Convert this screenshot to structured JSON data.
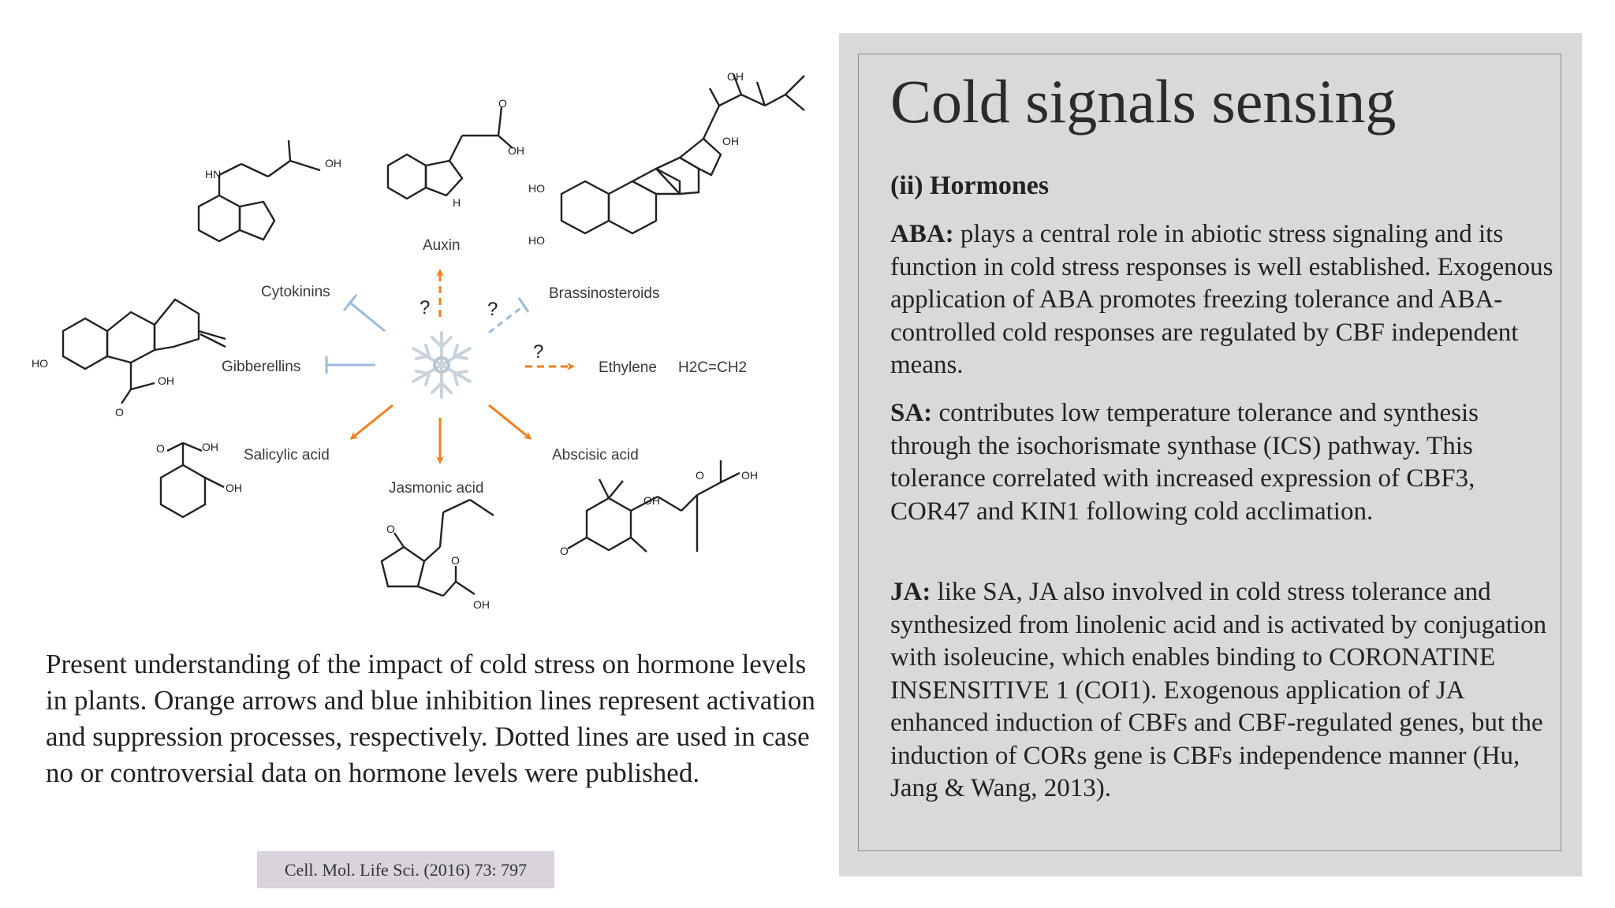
{
  "diagram": {
    "hormones": {
      "auxin": "Auxin",
      "brassinosteroids": "Brassinosteroids",
      "cytokinins": "Cytokinins",
      "gibberellins": "Gibberellins",
      "ethylene": "Ethylene",
      "salicylic_acid": "Salicylic acid",
      "jasmonic_acid": "Jasmonic acid",
      "abscisic_acid": "Abscisic acid"
    },
    "question_mark": "?",
    "ethylene_formula": "H2C=CH2",
    "colors": {
      "activation": "#f07f1e",
      "inhibition": "#9bbad8"
    }
  },
  "caption": "Present understanding of the impact of cold stress on hormone levels in plants. Orange arrows and blue inhibition lines represent activation and suppression processes, respectively. Dotted lines are used in case no or controversial data on hormone levels were published.",
  "citation": "Cell. Mol. Life Sci. (2016) 73: 797",
  "panel": {
    "title": "Cold signals sensing",
    "subtitle": "(ii) Hormones",
    "aba_label": "ABA:",
    "aba_text": " plays a central role in abiotic stress signaling and its function in cold stress responses is well established. Exogenous application of ABA promotes freezing tolerance and ABA-controlled cold responses are regulated by CBF independent means.",
    "sa_label": "SA:",
    "sa_text": " contributes low temperature tolerance and synthesis through the isochorismate synthase (ICS) pathway. This tolerance correlated with increased expression of CBF3, COR47 and KIN1 following cold acclimation.",
    "ja_label": "JA:",
    "ja_text": " like SA, JA also involved in cold stress tolerance and synthesized from linolenic acid and is activated by conjugation with isoleucine, which enables binding to CORONATINE INSENSITIVE 1 (COI1). Exogenous application of JA enhanced induction of CBFs and CBF-regulated genes, but the induction of CORs gene is CBFs independence manner (Hu, Jang & Wang, 2013)."
  }
}
